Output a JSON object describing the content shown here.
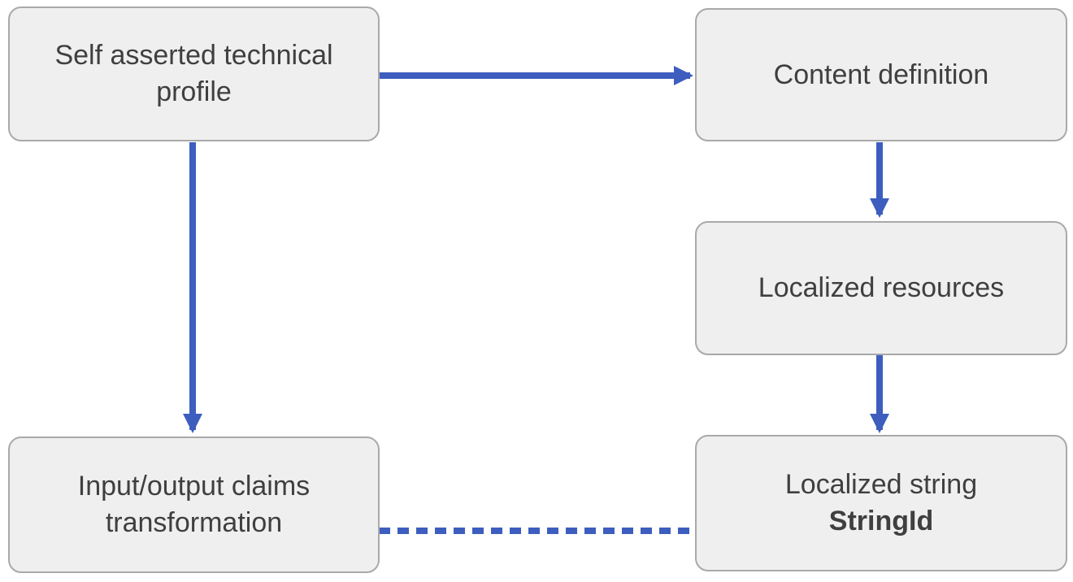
{
  "colors": {
    "arrow": "#3D5EBE",
    "box_fill": "#EFEFEF",
    "box_border": "#A9A9A9",
    "text": "#3F3F3F",
    "background": "#FFFFFF"
  },
  "diagram": {
    "nodes": [
      {
        "id": "self-asserted-technical-profile",
        "label": "Self asserted technical profile"
      },
      {
        "id": "content-definition",
        "label": "Content definition"
      },
      {
        "id": "localized-resources",
        "label": "Localized resources"
      },
      {
        "id": "input-output-claims-transformation",
        "label": "Input/output claims transformation"
      },
      {
        "id": "localized-string",
        "label": "Localized string",
        "sublabel": "StringId"
      }
    ],
    "edges": [
      {
        "from": "self-asserted-technical-profile",
        "to": "content-definition",
        "style": "solid"
      },
      {
        "from": "content-definition",
        "to": "localized-resources",
        "style": "solid"
      },
      {
        "from": "localized-resources",
        "to": "localized-string",
        "style": "solid"
      },
      {
        "from": "self-asserted-technical-profile",
        "to": "input-output-claims-transformation",
        "style": "solid"
      },
      {
        "from": "input-output-claims-transformation",
        "to": "localized-string",
        "style": "dashed"
      }
    ]
  }
}
